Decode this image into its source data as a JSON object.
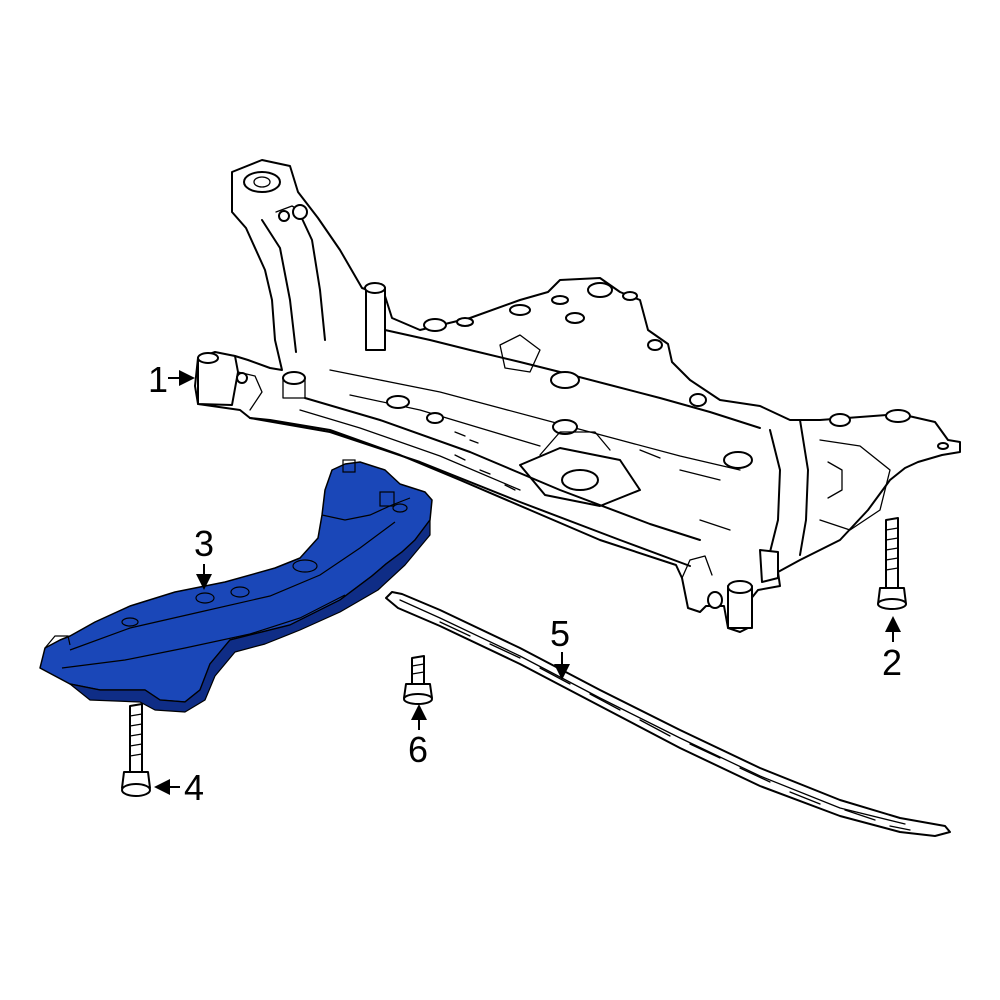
{
  "colors": {
    "highlight": "#1a47b8",
    "highlight_dark": "#0f2d86",
    "line": "#000000",
    "background": "#ffffff"
  },
  "callouts": {
    "c1": "1",
    "c2": "2",
    "c3": "3",
    "c4": "4",
    "c5": "5",
    "c6": "6"
  }
}
